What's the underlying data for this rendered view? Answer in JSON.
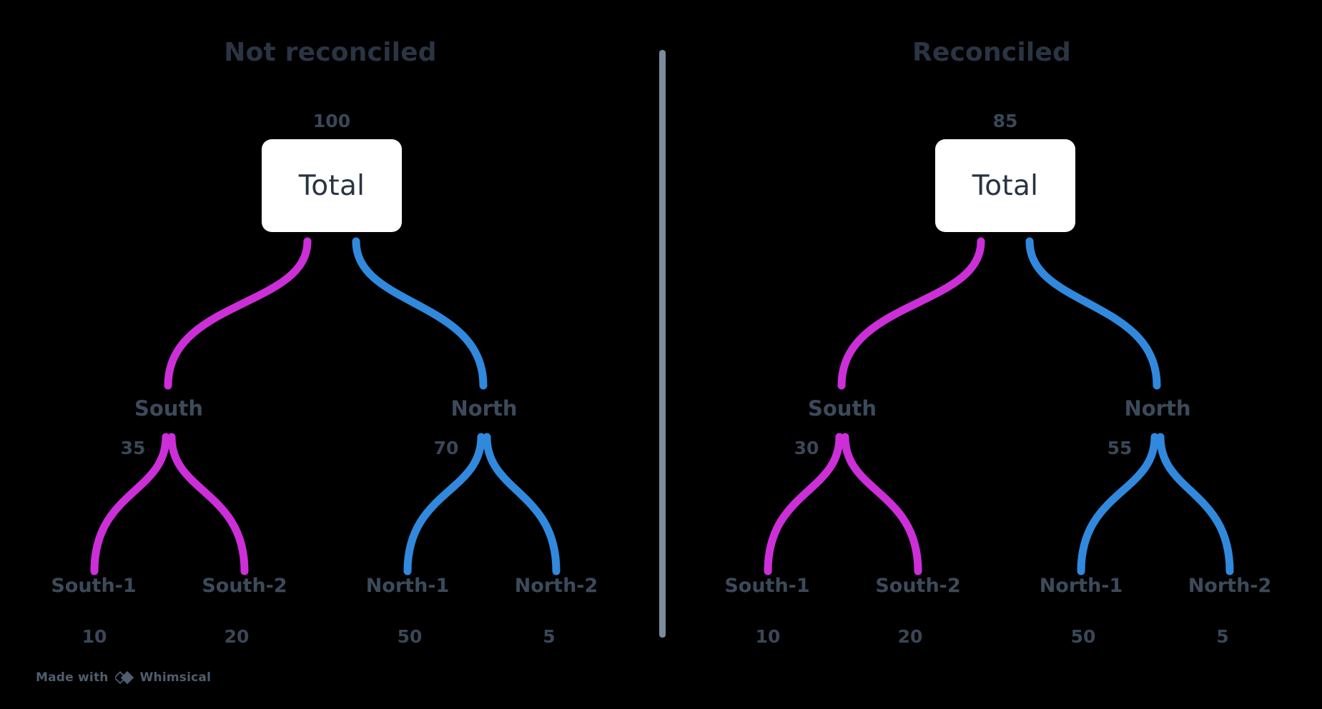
{
  "theme": {
    "background": "#000000",
    "title_color": "#2a3442",
    "label_color": "#3c4a5a",
    "value_color": "#3a4756",
    "node_fill": "#ffffff",
    "divider_color": "#7c8b9d",
    "south_branch_color": "#cc2fd8",
    "north_branch_color": "#3089dd"
  },
  "divider": {
    "name": "panel-divider"
  },
  "panels": [
    {
      "id": "not-reconciled",
      "title": "Not reconciled",
      "root": {
        "label": "Total",
        "value": "100"
      },
      "branches": [
        {
          "id": "south",
          "label": "South",
          "value": "35",
          "color": "#cc2fd8",
          "leaves": [
            {
              "label": "South-1",
              "value": "10"
            },
            {
              "label": "South-2",
              "value": "20"
            }
          ]
        },
        {
          "id": "north",
          "label": "North",
          "value": "70",
          "color": "#3089dd",
          "leaves": [
            {
              "label": "North-1",
              "value": "50"
            },
            {
              "label": "North-2",
              "value": "5"
            }
          ]
        }
      ]
    },
    {
      "id": "reconciled",
      "title": "Reconciled",
      "root": {
        "label": "Total",
        "value": "85"
      },
      "branches": [
        {
          "id": "south",
          "label": "South",
          "value": "30",
          "color": "#cc2fd8",
          "leaves": [
            {
              "label": "South-1",
              "value": "10"
            },
            {
              "label": "South-2",
              "value": "20"
            }
          ]
        },
        {
          "id": "north",
          "label": "North",
          "value": "55",
          "color": "#3089dd",
          "leaves": [
            {
              "label": "North-1",
              "value": "50"
            },
            {
              "label": "North-2",
              "value": "5"
            }
          ]
        }
      ]
    }
  ],
  "watermark": {
    "prefix": "Made with",
    "brand": "Whimsical",
    "icon": "whimsical-diamond-icon"
  }
}
